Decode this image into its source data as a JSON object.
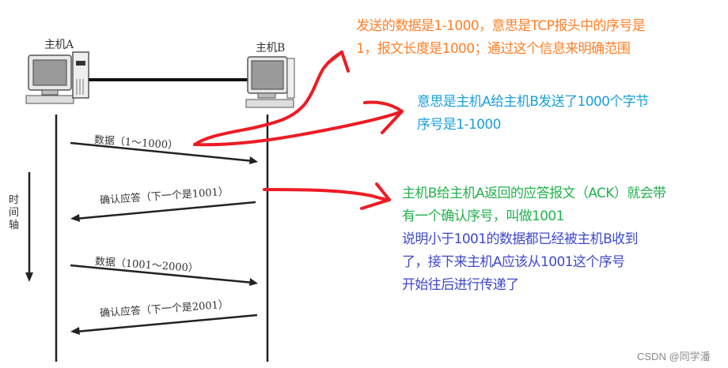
{
  "hosts": {
    "a_label": "主机A",
    "b_label": "主机B"
  },
  "time_axis": {
    "label_chars": [
      "时",
      "间",
      "轴"
    ]
  },
  "sequence": [
    {
      "label": "数据（1～1000）",
      "direction": "A-to-B"
    },
    {
      "label": "确认应答（下一个是1001）",
      "direction": "B-to-A"
    },
    {
      "label": "数据（1001～2000）",
      "direction": "A-to-B"
    },
    {
      "label": "确认应答（下一个是2001）",
      "direction": "B-to-A"
    }
  ],
  "annotations": {
    "orange": {
      "color": "#ff7f27",
      "lines": [
        "发送的数据是1-1000，意思是TCP报头中的序号是",
        "1，报文长度是1000；通过这个信息来明确范围"
      ]
    },
    "cyan": {
      "color": "#1a9fd9",
      "lines": [
        "意思是主机A给主机B发送了1000个字节",
        "序号是1-1000"
      ]
    },
    "green": {
      "color": "#22b14c",
      "lines": [
        "主机B给主机A返回的应答报文（ACK）就会带",
        "有一个确认序号，叫做1001"
      ]
    },
    "indigo": {
      "color": "#3f48cc",
      "lines": [
        "说明小于1001的数据都已经被主机B收到",
        "了，接下来主机A应该从1001这个序号",
        "开始往后进行传递了"
      ]
    }
  },
  "pen_color": "#ed1c24",
  "watermark": "CSDN @同学潘"
}
